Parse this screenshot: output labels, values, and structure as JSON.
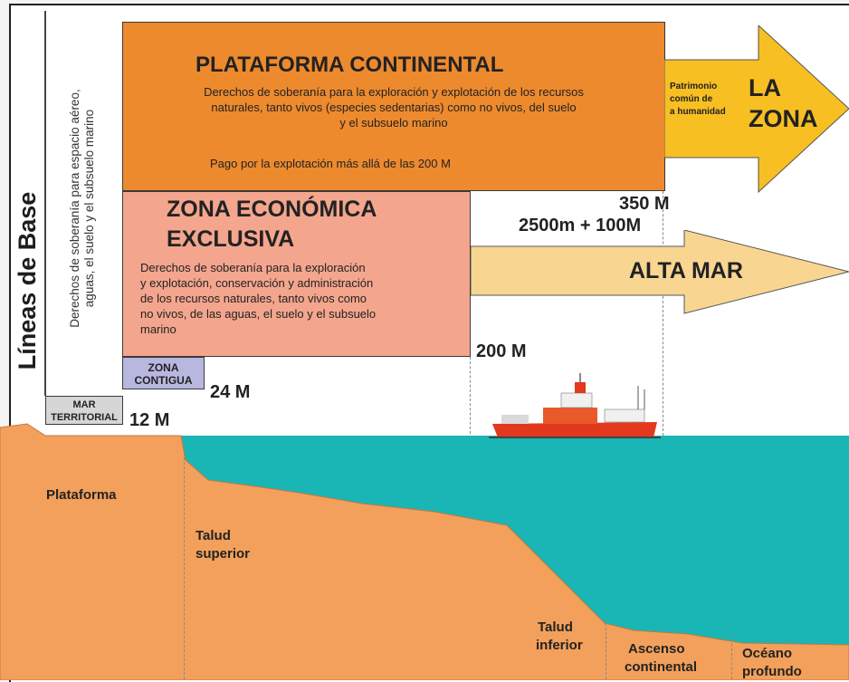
{
  "baselines_label": "Líneas de Base",
  "airspace_text": [
    "Derechos de soberanía para espacio aéreo,",
    "aguas, el suelo y el subsuelo marino"
  ],
  "plataforma_continental": {
    "title": "PLATAFORMA CONTINENTAL",
    "desc": [
      "Derechos de soberanía para la exploración y explotación de los recursos",
      "naturales, tanto vivos (especies sedentarias) como no vivos, del suelo",
      "y el subsuelo marino"
    ],
    "payment": "Pago por la explotación más allá de las 200 M"
  },
  "zee": {
    "title": [
      "ZONA ECONÓMICA",
      "EXCLUSIVA"
    ],
    "desc": [
      "Derechos de soberanía para la exploración",
      "y explotación, conservación y administración",
      "de los recursos naturales, tanto vivos como",
      "no vivos, de las aguas, el suelo y el subsuelo",
      "marino"
    ]
  },
  "zona_contigua": [
    "ZONA",
    "CONTIGUA"
  ],
  "mar_territorial": [
    "MAR",
    "TERRITORIAL"
  ],
  "distances": {
    "d12": "12 M",
    "d24": "24 M",
    "d200": "200 M",
    "d350": "350 M",
    "d2500": "2500m + 100M"
  },
  "la_zona": {
    "small": [
      "Patrimonio",
      "común de",
      "a humanidad"
    ],
    "big": [
      "LA",
      "ZONA"
    ]
  },
  "alta_mar": "ALTA MAR",
  "seabed_labels": {
    "plataforma": "Plataforma",
    "talud_superior": [
      "Talud",
      "superior"
    ],
    "talud_inferior": [
      "Talud",
      "inferior"
    ],
    "ascenso": [
      "Ascenso",
      "continental"
    ],
    "oceano": [
      "Océano",
      "profundo"
    ]
  },
  "colors": {
    "plataforma": "#ed8a2e",
    "zee": "#f4a58d",
    "zona_contigua": "#b8b7e0",
    "mar_territorial": "#d6d6d6",
    "la_zona_arrow": "#f7bf22",
    "alta_mar_arrow": "#f8d692",
    "sea": "#19b6b5",
    "seabed": "#f3a05c"
  }
}
